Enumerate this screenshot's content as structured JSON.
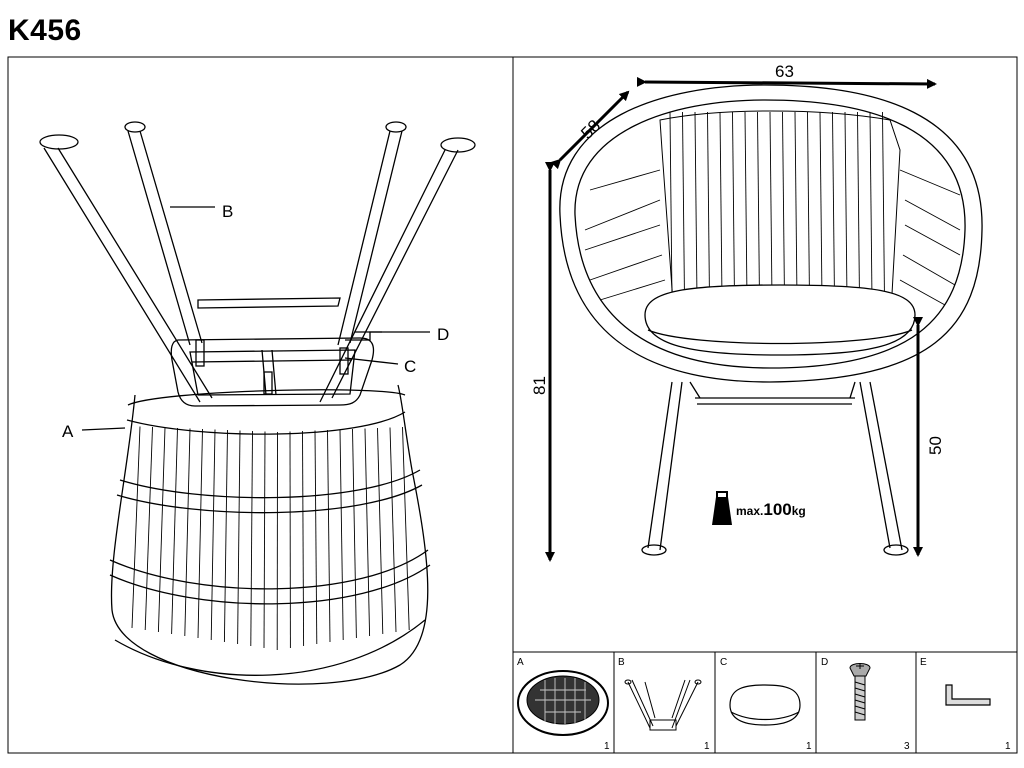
{
  "model": "K456",
  "assembly_labels": {
    "a": "A",
    "b": "B",
    "c": "C",
    "d": "D"
  },
  "dimensions": {
    "width": "63",
    "depth": "58",
    "height": "81",
    "seat_height": "50"
  },
  "max_load": {
    "prefix": "max.",
    "value": "100",
    "unit": "kg"
  },
  "parts": [
    {
      "letter": "A",
      "qty": "1",
      "icon": "seat-shell-icon"
    },
    {
      "letter": "B",
      "qty": "1",
      "icon": "leg-frame-icon"
    },
    {
      "letter": "C",
      "qty": "1",
      "icon": "cushion-icon"
    },
    {
      "letter": "D",
      "qty": "3",
      "icon": "screw-icon"
    },
    {
      "letter": "E",
      "qty": "1",
      "icon": "hex-key-icon"
    }
  ]
}
